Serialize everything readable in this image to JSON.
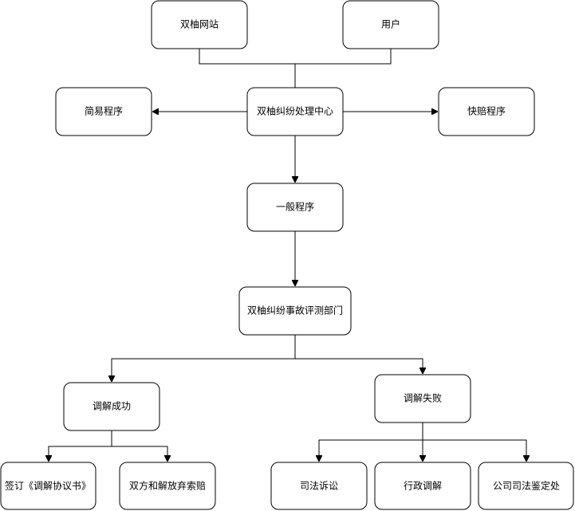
{
  "nodes": {
    "website": "双柚网站",
    "user": "用户",
    "center": "双柚纠纷处理中心",
    "simple": "简易程序",
    "fast": "快赔程序",
    "general": "一般程序",
    "assessment": "双柚纠纷事故评测部门",
    "success": "调解成功",
    "failure": "调解失败",
    "sign": "签订《调解协议书》",
    "waive": "双方和解放弃索赔",
    "litigation": "司法诉讼",
    "admin": "行政调解",
    "forensic": "公司司法鉴定处"
  },
  "colors": {
    "stroke": "#000000",
    "fill": "#ffffff",
    "text": "#000000"
  }
}
